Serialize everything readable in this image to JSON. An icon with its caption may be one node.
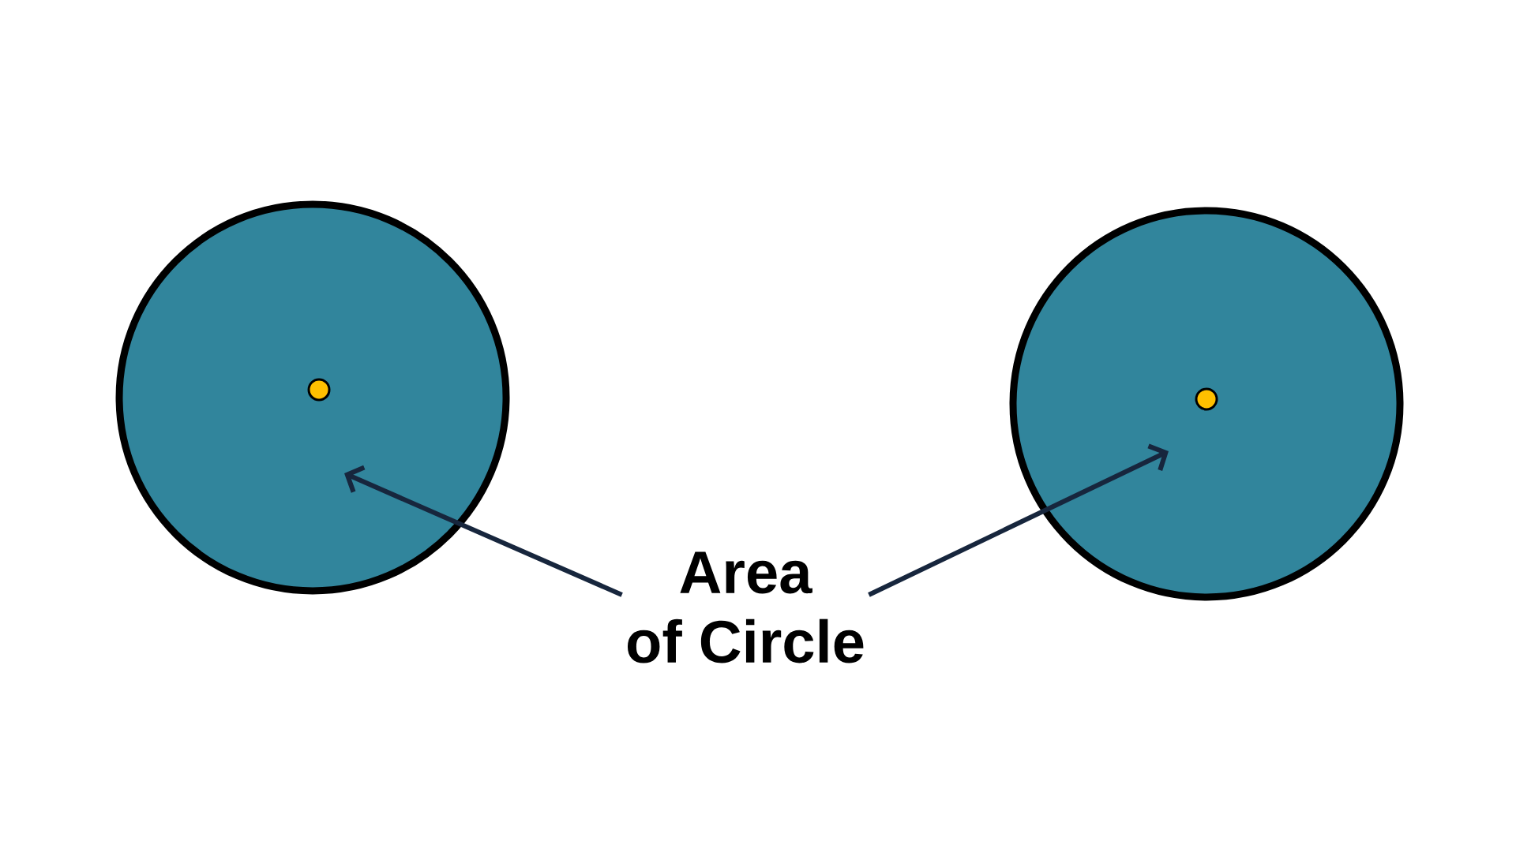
{
  "diagram": {
    "nodes": [
      {
        "text": [],
        "shape": "circle"
      },
      {
        "text": [],
        "shape": "circle"
      },
      {
        "text": [
          "Area of Circle"
        ]
      }
    ],
    "edges": [
      {
        "from": 2,
        "to": 0,
        "arrow": "to"
      },
      {
        "from": 2,
        "to": 1,
        "arrow": "to"
      }
    ]
  }
}
